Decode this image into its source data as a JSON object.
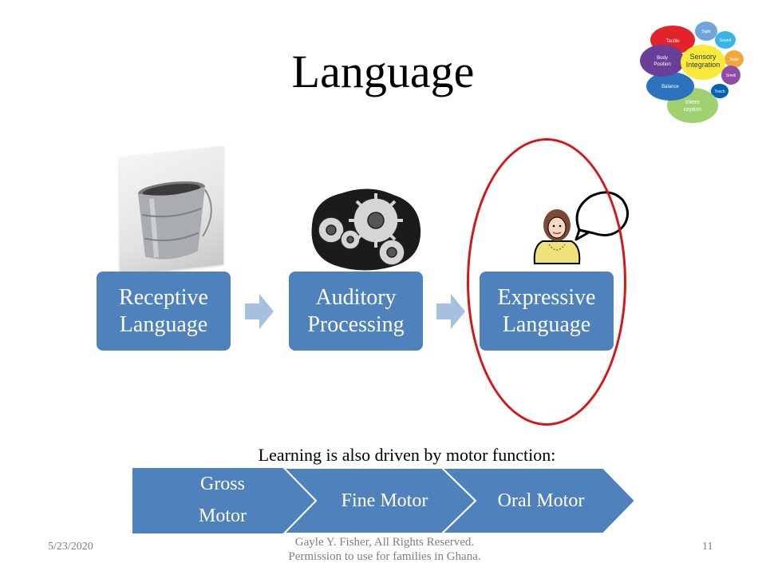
{
  "slide": {
    "title": "Language",
    "flow": [
      {
        "label": "Receptive\nLanguage"
      },
      {
        "label": "Auditory\nProcessing"
      },
      {
        "label": "Expressive\nLanguage"
      }
    ],
    "motor_caption": "Learning is also driven by motor function:",
    "motor_steps": [
      {
        "label": "Gross\nMotor"
      },
      {
        "label": "Fine Motor"
      },
      {
        "label": "Oral Motor"
      }
    ],
    "sensory_graphic": {
      "center_label": "Sensory\nIntegration",
      "petals": [
        "Tactile",
        "Sight",
        "Sound",
        "Taste",
        "Smell",
        "Touch",
        "Intero\nception",
        "Balance",
        "Body\nPosition"
      ]
    }
  },
  "footer": {
    "date": "5/23/2020",
    "credit_line1": "Gayle Y. Fisher, All Rights Reserved.",
    "credit_line2": "Permission to use for families in Ghana.",
    "page_number": "11"
  },
  "colors": {
    "accent_blue": "#4f81bd",
    "arrow_blue": "#a7c0e0",
    "highlight_red": "#d21818"
  }
}
